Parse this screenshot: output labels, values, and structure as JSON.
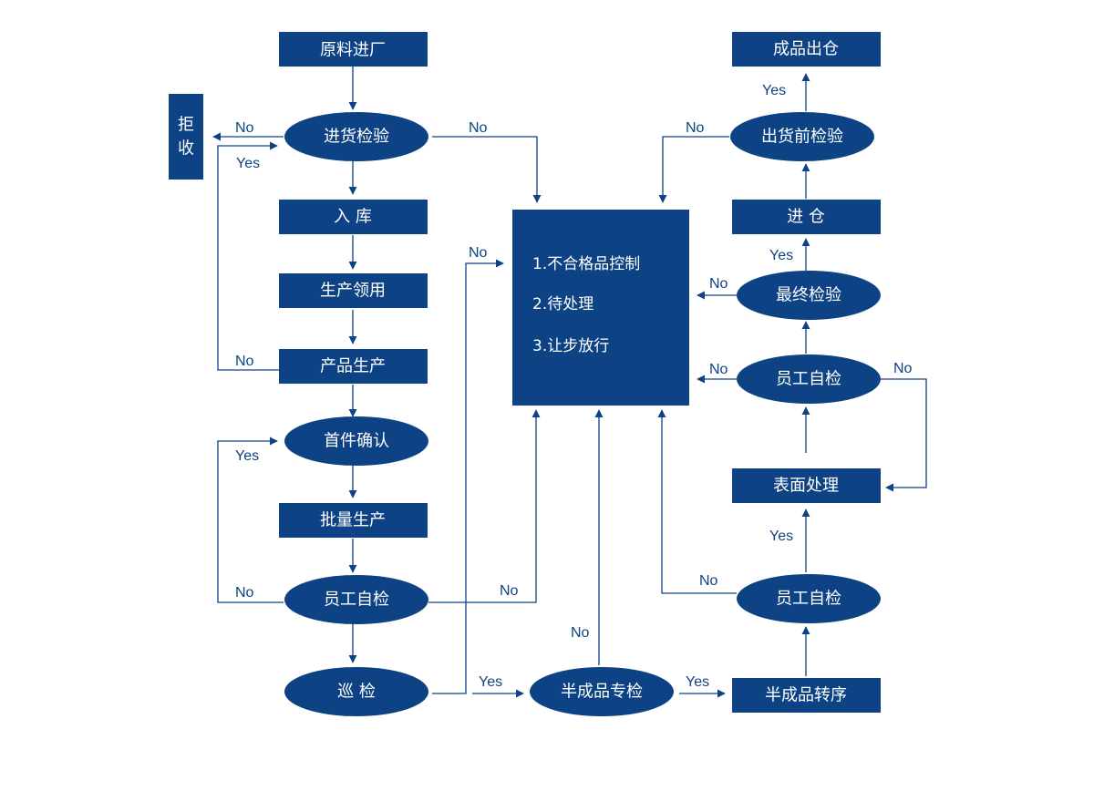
{
  "colors": {
    "node": "#0d4384",
    "text": "#ffffff",
    "edge": "#0d4384"
  },
  "nodes": {
    "raw_in": "原料进厂",
    "incoming": "进货检验",
    "reject": "拒收",
    "storage": "入 库",
    "requisition": "生产领用",
    "production": "产品生产",
    "first_piece": "首件确认",
    "mass": "批量生产",
    "self_a": "员工自检",
    "patrol": "巡 检",
    "semi_insp": "半成品专检",
    "semi_trans": "半成品转序",
    "self_b": "员工自检",
    "surface": "表面处理",
    "self_c": "员工自检",
    "final": "最终检验",
    "warehouse": "进 仓",
    "pre_ship": "出货前检验",
    "ship": "成品出仓"
  },
  "nonconforming": {
    "lines": [
      "1.不合格品控制",
      "2.待处理",
      "3.让步放行"
    ]
  },
  "edge_labels": {
    "incoming_no_reject": "No",
    "incoming_yes_loop": "Yes",
    "incoming_no_center": "No",
    "production_no": "No",
    "first_yes": "Yes",
    "self_a_no_left": "No",
    "self_a_no_center": "No",
    "patrol_no": "No",
    "patrol_yes": "Yes",
    "semi_no": "No",
    "semi_yes": "Yes",
    "self_b_no": "No",
    "surface_yes": "Yes",
    "self_c_no_left": "No",
    "self_c_no_right": "No",
    "final_no": "No",
    "final_yes": "Yes",
    "pre_ship_no": "No",
    "pre_ship_yes": "Yes"
  }
}
